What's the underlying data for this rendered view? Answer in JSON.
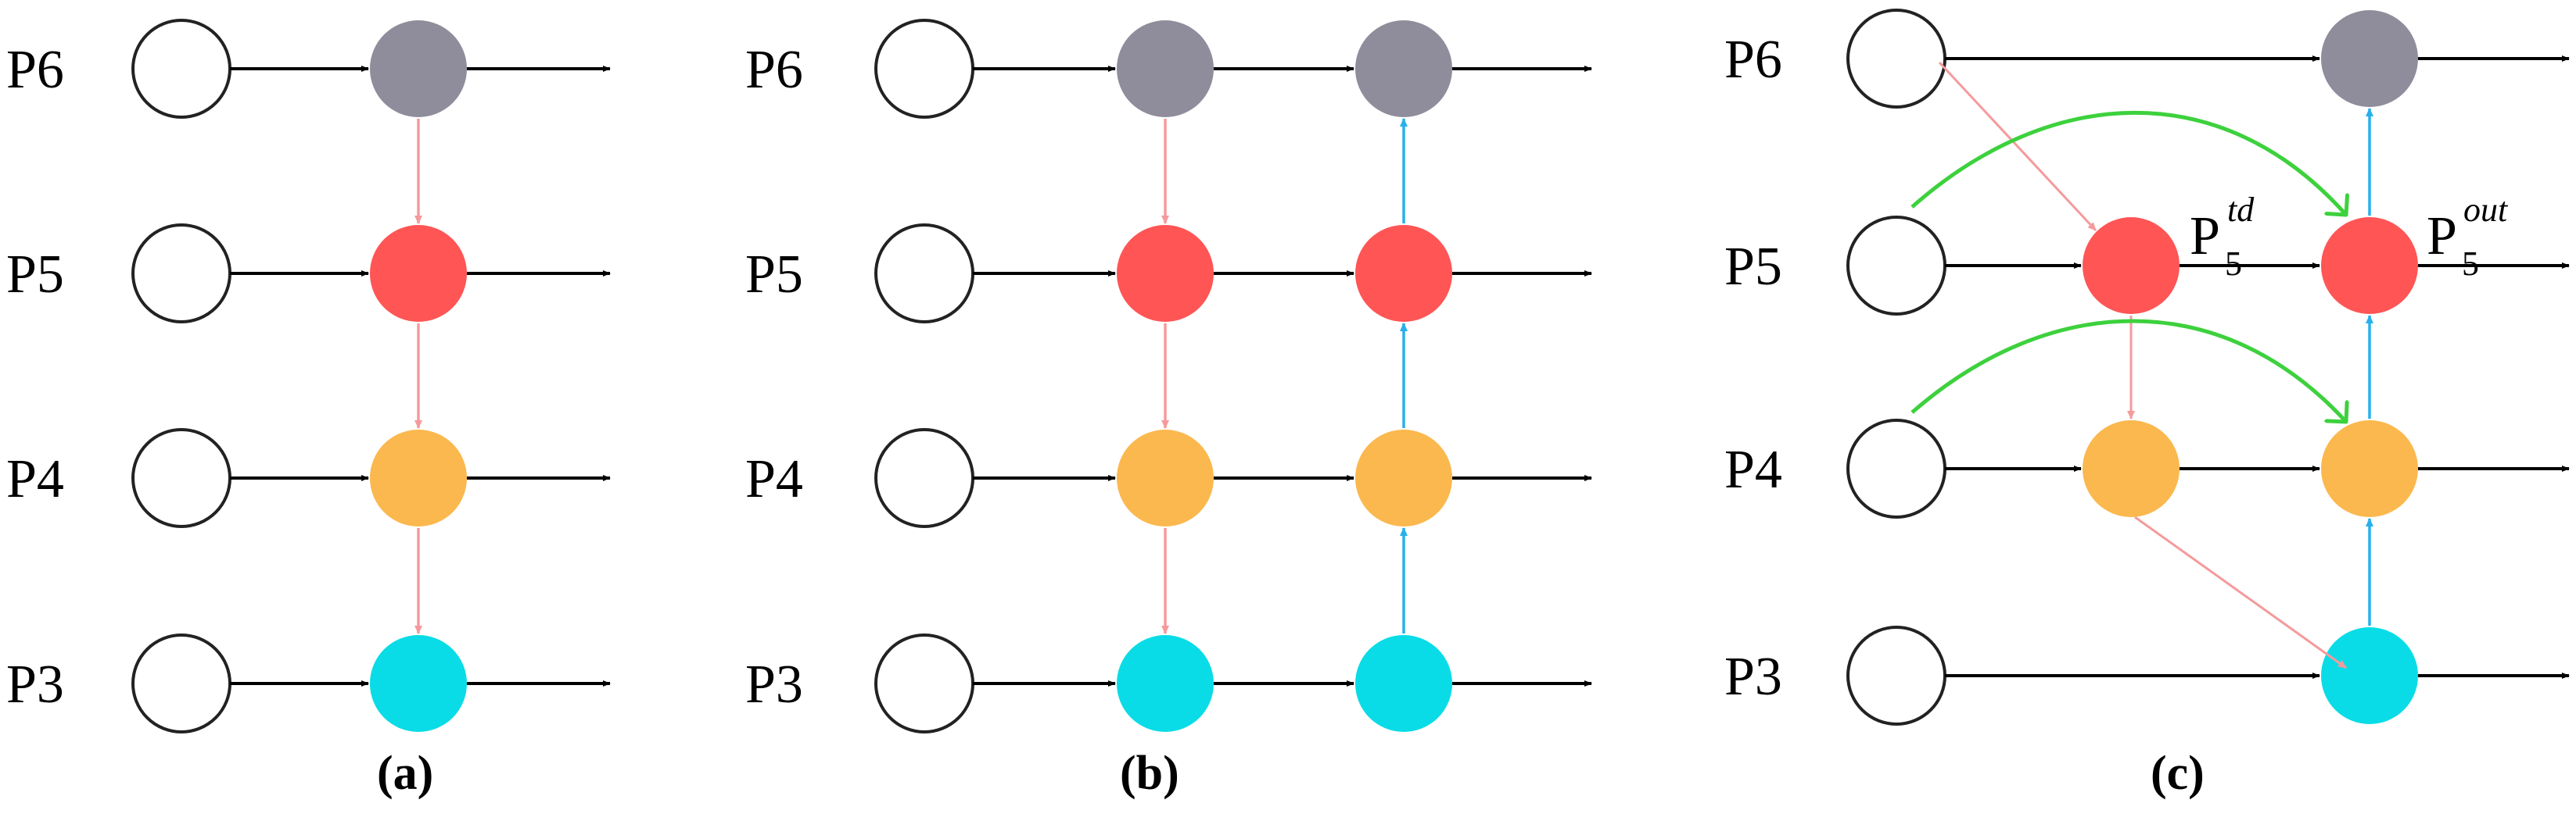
{
  "diagram": {
    "panels": [
      {
        "id": "a",
        "caption": "(a)",
        "levels": [
          "P6",
          "P5",
          "P4",
          "P3"
        ]
      },
      {
        "id": "b",
        "caption": "(b)",
        "levels": [
          "P6",
          "P5",
          "P4",
          "P3"
        ]
      },
      {
        "id": "c",
        "caption": "(c)",
        "levels": [
          "P6",
          "P5",
          "P4",
          "P3"
        ]
      }
    ],
    "annotations": {
      "p5_td": {
        "base": "P",
        "sub": "5",
        "sup": "td"
      },
      "p5_out": {
        "base": "P",
        "sub": "5",
        "sup": "out"
      }
    },
    "colors": {
      "p6": "#8f8c9b",
      "p5": "#ff5555",
      "p4": "#fbb84e",
      "p3": "#09dce6",
      "top_down_arrow": "#f59a9c",
      "bottom_up_arrow": "#27b0ea",
      "skip_arrow": "#3dd13d",
      "lateral_arrow": "#000000"
    }
  }
}
